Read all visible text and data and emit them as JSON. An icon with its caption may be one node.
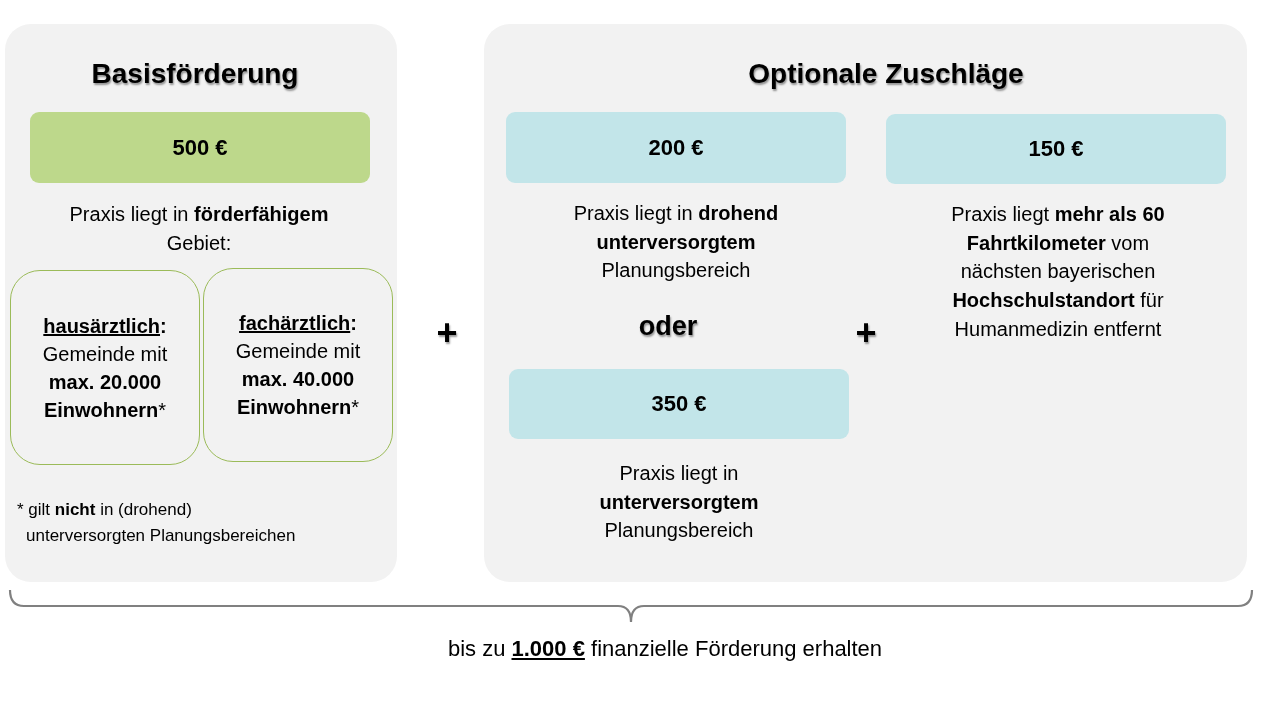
{
  "diagram": {
    "caption": "bis zu **1.000 €** finanzielle Förderung erhalten",
    "nodes": [
      {
        "text": [
          "Basisförderung",
          "* gilt **nicht** in (drohend) unterversorgten Planungsbereichen"
        ]
      },
      {
        "text": [
          "500 €"
        ],
        "in": 0,
        "beside": [
          "Praxis liegt in **förderfähigem** Gebiet:"
        ]
      },
      {
        "text": [
          "**hausärztlich**:",
          "Gemeinde mit **max. 20.000 Einwohnern***"
        ],
        "in": 0
      },
      {
        "text": [
          "**fachärztlich**:",
          "Gemeinde mit **max. 40.000 Einwohnern***"
        ],
        "in": 0
      },
      {
        "text": [
          "Optionale Zuschläge"
        ]
      },
      {
        "text": [
          "200 €"
        ],
        "in": 4,
        "beside": [
          "Praxis liegt in **drohend unterversorgtem** Planungsbereich"
        ]
      },
      {
        "text": [
          "350 €"
        ],
        "in": 4,
        "beside": [
          "Praxis liegt in **unterversorgtem** Planungsbereich"
        ]
      },
      {
        "text": [
          "150 €"
        ],
        "in": 4,
        "beside": [
          "Praxis liegt **mehr als 60 Fahrtkilometer** vom nächsten bayerischen **Hochschulstandort** für Humanmedizin entfernt"
        ]
      }
    ],
    "labels": [
      "+",
      "oder",
      "+"
    ]
  }
}
